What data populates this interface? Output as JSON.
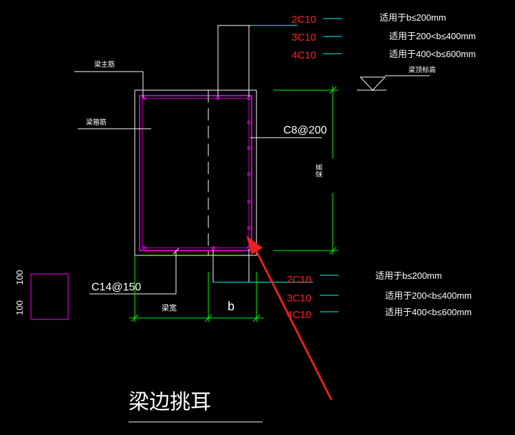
{
  "colors": {
    "background": "#000000",
    "line_white": "#ffffff",
    "line_magenta": "#ff00ff",
    "line_cyan": "#00ffff",
    "line_green": "#00ff00",
    "text_red": "#ff2020",
    "arrow_red": "#e8201e"
  },
  "labels": {
    "beam_main_bar": "梁主筋",
    "stirrup": "梁箍筋",
    "stirrup_spec": "C8@200",
    "top_elevation": "梁顶标高",
    "section_height": "梁高",
    "beam_width": "梁宽",
    "dim_b": "b",
    "bottom_bar_spec": "C14@150",
    "title": "梁边挑耳"
  },
  "top_rebar": {
    "specs": [
      "2C10",
      "3C10",
      "4C10"
    ],
    "notes": [
      "适用于b≤200mm",
      "适用于200<b≤400mm",
      "适用于400<b≤600mm"
    ]
  },
  "bottom_rebar": {
    "specs": [
      "2C10",
      "3C10",
      "4C10"
    ],
    "notes": [
      "适用于b≤200mm",
      "适用于200<b≤400mm",
      "适用于400<b≤600mm"
    ]
  },
  "small_section": {
    "dims": [
      "100",
      "100"
    ]
  }
}
